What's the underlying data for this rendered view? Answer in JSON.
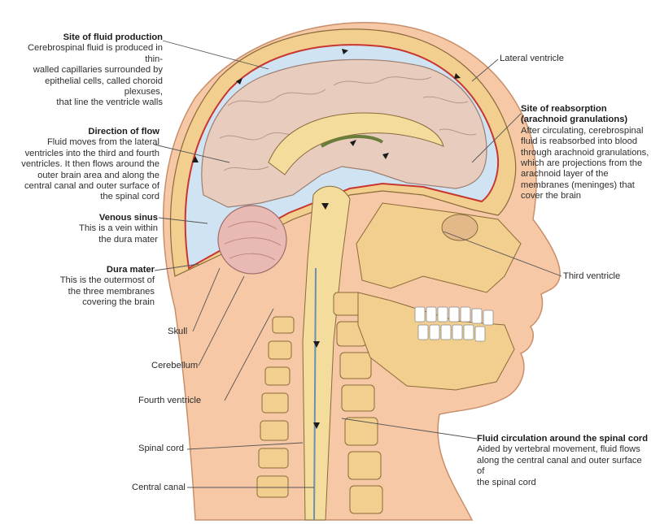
{
  "labels": {
    "fluid_production": {
      "title": "Site of fluid production",
      "lines": [
        "Cerebrospinal fluid is produced in thin-",
        "walled capillaries surrounded by",
        "epithelial cells, called choroid plexuses,",
        "that line the ventricle walls"
      ]
    },
    "direction_of_flow": {
      "title": "Direction of flow",
      "lines": [
        "Fluid moves from the lateral",
        "ventricles into the third and fourth",
        "ventricles. It then flows around the",
        "outer brain area and along the",
        "central canal and outer surface of",
        "the spinal cord"
      ]
    },
    "venous_sinus": {
      "title": "Venous sinus",
      "lines": [
        "This is a vein within",
        "the dura mater"
      ]
    },
    "dura_mater": {
      "title": "Dura mater",
      "lines": [
        "This is the outermost of",
        "the three membranes",
        "covering the brain"
      ]
    },
    "reabsorption": {
      "title": "Site of reabsorption",
      "subtitle": "(arachnoid granulations)",
      "lines": [
        "After circulating, cerebrospinal",
        "fluid is reabsorbed into blood",
        "through arachnoid granulations,",
        "which are projections from the",
        "arachnoid layer of the",
        "membranes (meninges) that",
        "cover the brain"
      ]
    },
    "spinal_circulation": {
      "title": "Fluid circulation around the spinal cord",
      "lines": [
        "Aided by vertebral movement, fluid flows",
        "along the central canal and outer surface of",
        "the spinal cord"
      ]
    },
    "lateral_ventricle": "Lateral ventricle",
    "third_ventricle": "Third ventricle",
    "skull": "Skull",
    "cerebellum": "Cerebellum",
    "fourth_ventricle": "Fourth ventricle",
    "spinal_cord": "Spinal cord",
    "central_canal": "Central canal"
  },
  "colors": {
    "skin": "#f6c8a6",
    "bone": "#f2cf8e",
    "csf": "#cfe3f2",
    "brain": "#e8cdbf",
    "vessel": "#c8362f",
    "leader": "#555555"
  }
}
